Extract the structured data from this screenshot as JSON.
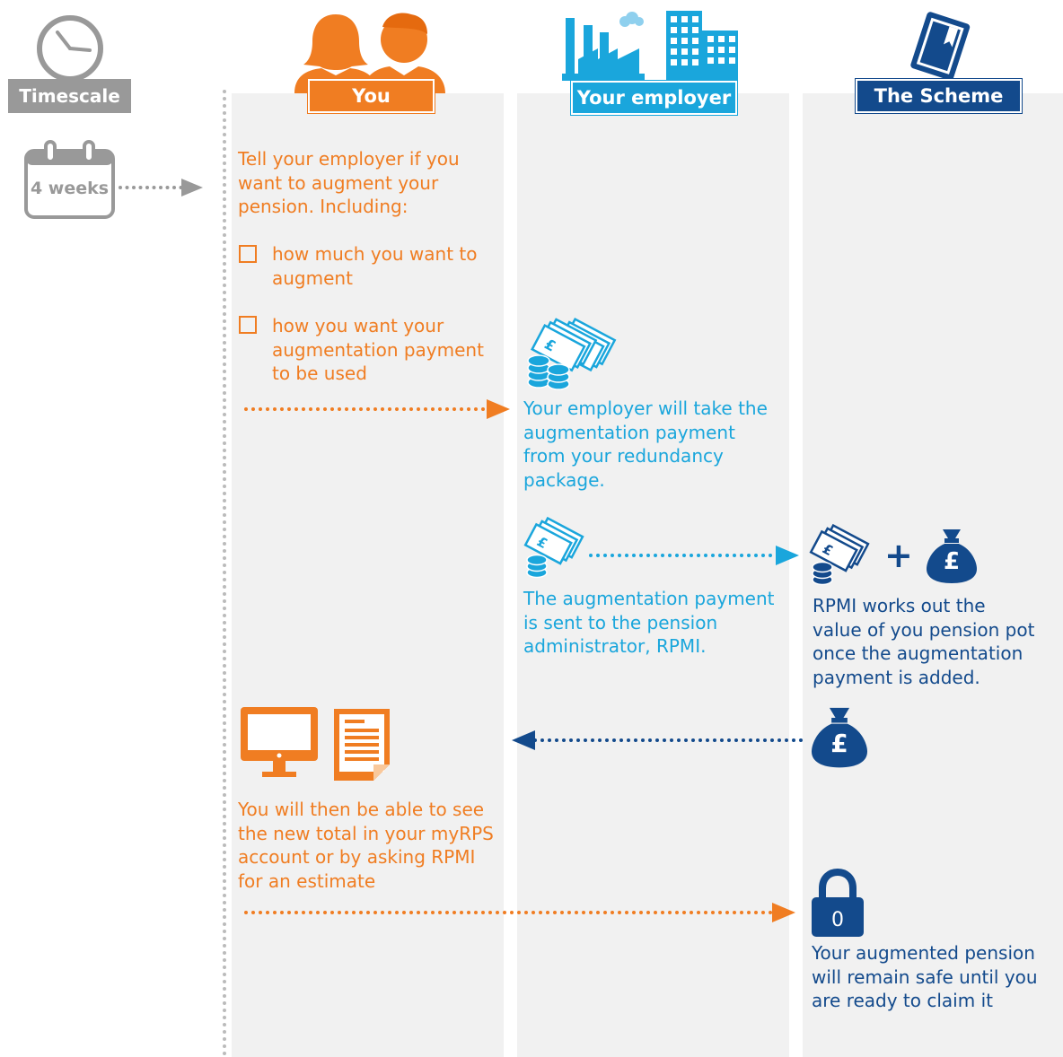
{
  "headers": {
    "timescale": "Timescale",
    "you": "You",
    "employer": "Your employer",
    "scheme": "The Scheme"
  },
  "timescale": {
    "duration": "4 weeks"
  },
  "you": {
    "intro": [
      "Tell your employer if you",
      "want to augment your",
      "pension. Including:"
    ],
    "checklist": [
      [
        "how much you want to",
        "augment"
      ],
      [
        "how you want your",
        "augmentation payment",
        "to be used"
      ]
    ],
    "result": [
      "You will then be able to see",
      "the new total in your myRPS",
      "account or by asking RPMI",
      "for an estimate"
    ]
  },
  "employer": {
    "take_payment": [
      "Your employer will take the",
      "augmentation payment",
      "from your redundancy",
      "package."
    ],
    "send_payment": [
      "The augmentation payment",
      "is sent to the pension",
      "administrator, RPMI."
    ]
  },
  "scheme": {
    "works_out": [
      "RPMI works out the",
      "value of you pension pot",
      "once the augmentation",
      "payment is added."
    ],
    "safe": [
      "Your augmented pension",
      "will remain safe until you",
      "are ready to claim it"
    ],
    "plus_sign": "+",
    "pound_sign": "£",
    "lock_digit": "0"
  },
  "colors": {
    "orange": "#f07d22",
    "cyan": "#1aa6dc",
    "navy": "#134a8c",
    "grey": "#999999",
    "column_bg": "#f1f1f1"
  }
}
